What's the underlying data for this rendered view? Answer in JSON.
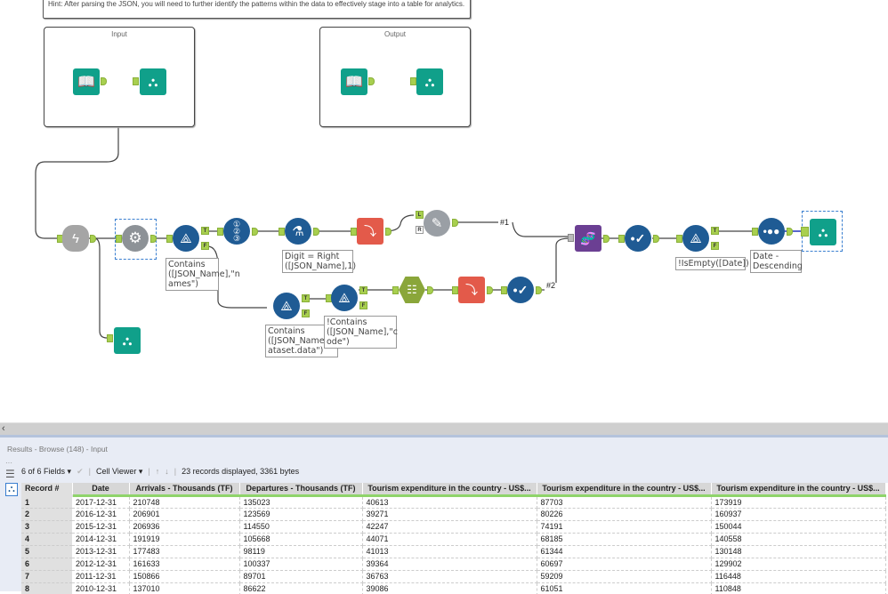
{
  "canvas": {
    "hint": "Hint:  After parsing the JSON, you will need to further identify the patterns within the data to effectively stage into a table for analytics.",
    "containers": [
      {
        "title": "Input"
      },
      {
        "title": "Output"
      }
    ],
    "annotations": {
      "filter1": "Contains ([JSON_Name],\"n ames\")",
      "formula1": "Digit = Right ([JSON_Name],1)",
      "filter2": "Contains ([JSON_Name],\"d ataset.data\")",
      "filter3": "!Contains ([JSON_Name],\"c ode\")",
      "filter4": "!IsEmpty([Date])",
      "sort1": "Date - Descending"
    },
    "wire_labels": {
      "w1": "#1",
      "w2": "#2"
    },
    "anchor_labels": {
      "t": "T",
      "f": "F",
      "l": "L",
      "r": "R"
    },
    "tool_colors": {
      "io": "#10a08a",
      "preparation": "#1f5b94",
      "parse": "#e35a4a",
      "join": "#9a9fa5",
      "transform": "#8aa63a",
      "reporting": "#6b3f93",
      "developer": "#a5a5a5"
    }
  },
  "scrollbar": {
    "left_arrow": "‹"
  },
  "results": {
    "title": "Results - Browse (148) - Input",
    "fields_select": "6 of 6 Fields",
    "cell_viewer": "Cell Viewer",
    "status": "23 records displayed, 3361 bytes",
    "columns": [
      "Record #",
      "Date",
      "Arrivals - Thousands (TF)",
      "Departures - Thousands (TF)",
      "Tourism expenditure in the country - US$...",
      "Tourism expenditure in the country - US$...",
      "Tourism expenditure in the country - US$..."
    ],
    "rows": [
      [
        "1",
        "2017-12-31",
        "210748",
        "135023",
        "40613",
        "87703",
        "173919"
      ],
      [
        "2",
        "2016-12-31",
        "206901",
        "123569",
        "39271",
        "80226",
        "160937"
      ],
      [
        "3",
        "2015-12-31",
        "206936",
        "114550",
        "42247",
        "74191",
        "150044"
      ],
      [
        "4",
        "2014-12-31",
        "191919",
        "105668",
        "44071",
        "68185",
        "140558"
      ],
      [
        "5",
        "2013-12-31",
        "177483",
        "98119",
        "41013",
        "61344",
        "130148"
      ],
      [
        "6",
        "2012-12-31",
        "161633",
        "100337",
        "39364",
        "60697",
        "129902"
      ],
      [
        "7",
        "2011-12-31",
        "150866",
        "89701",
        "36763",
        "59209",
        "116448"
      ],
      [
        "8",
        "2010-12-31",
        "137010",
        "86622",
        "39086",
        "61051",
        "110848"
      ]
    ]
  }
}
